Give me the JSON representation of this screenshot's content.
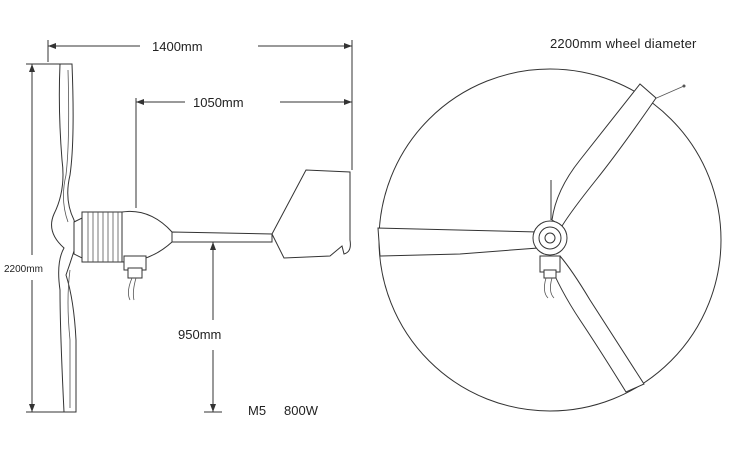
{
  "dimensions": {
    "width_1400": "1400mm",
    "width_1050": "1050mm",
    "height_950": "950mm",
    "height_2200": "2200mm"
  },
  "wheel_label": "2200mm wheel diameter",
  "model": {
    "name": "M5",
    "power": "800W"
  },
  "colors": {
    "line": "#333333",
    "background": "#ffffff"
  }
}
